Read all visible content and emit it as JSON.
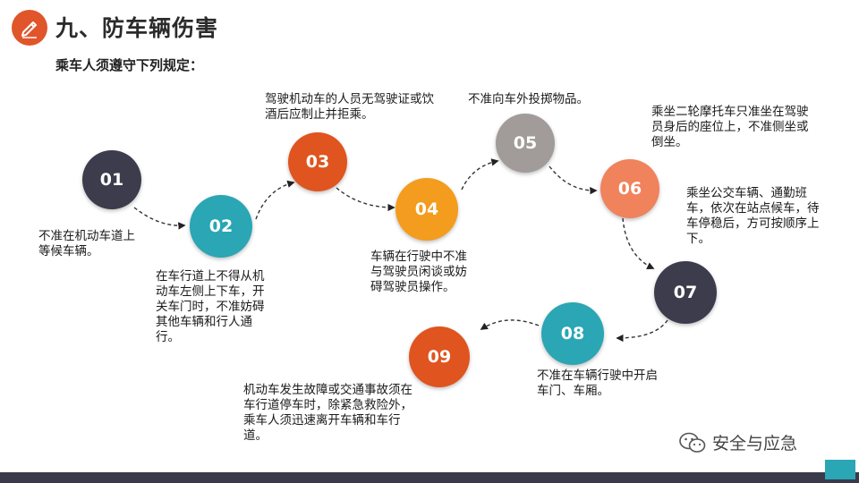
{
  "header": {
    "title": "九、防车辆伤害",
    "subtitle": "乘车人须遵守下列规定："
  },
  "steps": [
    {
      "num": "01",
      "color": "#3c3c4c",
      "text": "不准在机动车道上等候车辆。"
    },
    {
      "num": "02",
      "color": "#2aa6b4",
      "text": "在车行道上不得从机动车左侧上下车，开关车门时，不准妨碍其他车辆和行人通行。"
    },
    {
      "num": "03",
      "color": "#e0541f",
      "text": "驾驶机动车的人员无驾驶证或饮酒后应制止并拒乘。"
    },
    {
      "num": "04",
      "color": "#f39c1e",
      "text": "车辆在行驶中不准与驾驶员闲谈或妨碍驾驶员操作。"
    },
    {
      "num": "05",
      "color": "#a19c9a",
      "text": "不准向车外投掷物品。"
    },
    {
      "num": "06",
      "color": "#f0825c",
      "text": "乘坐二轮摩托车只准坐在驾驶员身后的座位上，不准侧坐或倒坐。"
    },
    {
      "num": "07",
      "color": "#3c3c4c",
      "text": "乘坐公交车辆、通勤班车，依次在站点候车，待车停稳后，方可按顺序上下。"
    },
    {
      "num": "08",
      "color": "#2aa6b4",
      "text": "不准在车辆行驶中开启车门、车厢。"
    },
    {
      "num": "09",
      "color": "#e0541f",
      "text": "机动车发生故障或交通事故须在车行道停车时，除紧急救险外，乘车人须迅速离开车辆和车行道。"
    }
  ],
  "watermark": {
    "text": "安全与应急",
    "icon": "wechat-icon"
  },
  "colors": {
    "accent": "#e0552a",
    "bottom_bar": "#3a3a4a",
    "corner": "#2aa6b4"
  }
}
